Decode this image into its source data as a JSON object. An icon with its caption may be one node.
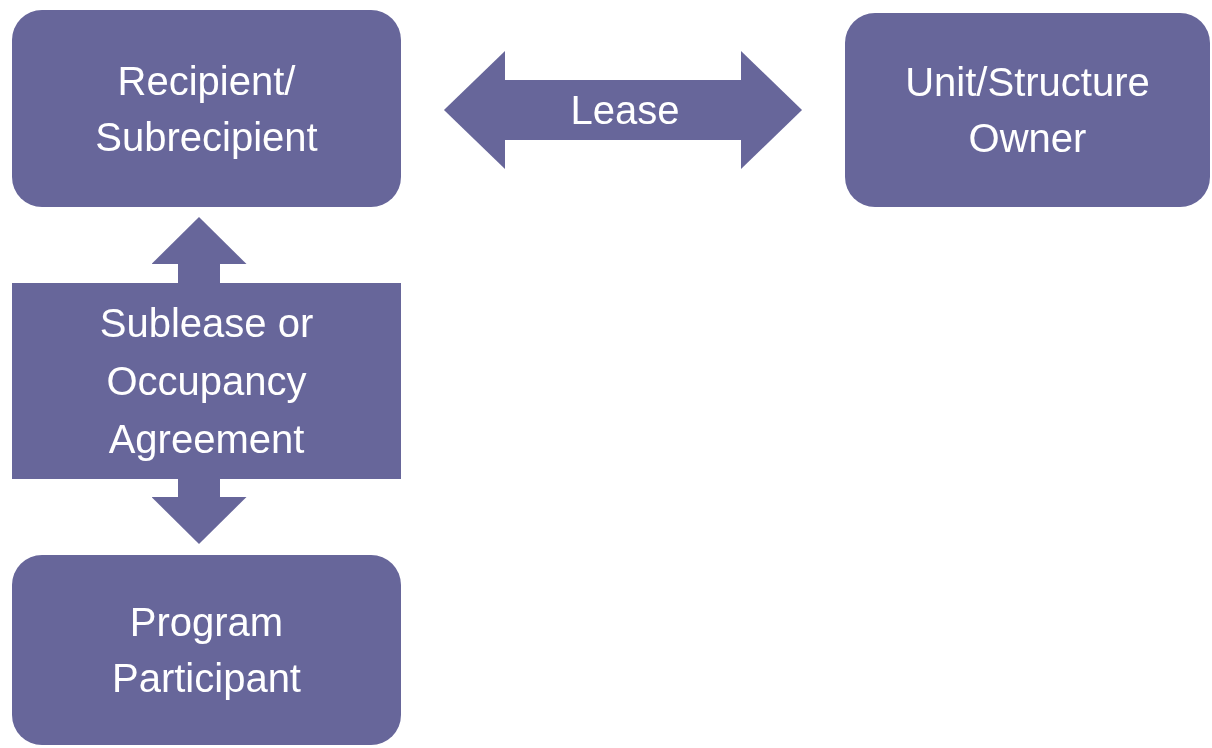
{
  "diagram": {
    "nodes": [
      {
        "text": [
          "Recipient/ Subrecipient"
        ]
      },
      {
        "text": [
          "Unit/Structure Owner"
        ]
      },
      {
        "text": [
          "Program Participant"
        ]
      }
    ],
    "edges": [
      {
        "from": 0,
        "to": 1,
        "arrow": "both",
        "label": "Lease"
      },
      {
        "from": 0,
        "to": 2,
        "arrow": "both",
        "label": "Sublease or Occupancy Agreement"
      }
    ]
  }
}
